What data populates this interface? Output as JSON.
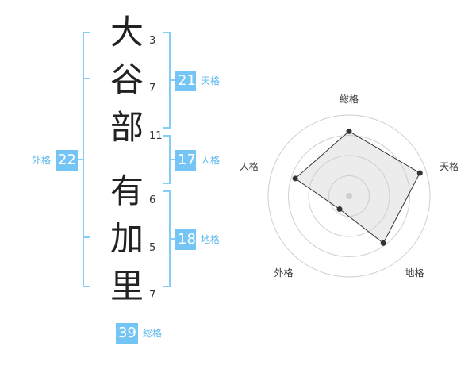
{
  "name_chars": [
    "大",
    "谷",
    "部",
    "有",
    "加",
    "里"
  ],
  "stroke_counts": [
    "3",
    "7",
    "11",
    "6",
    "5",
    "7"
  ],
  "scores": {
    "tenkaku": {
      "label": "天格",
      "value": "21"
    },
    "jinkaku": {
      "label": "人格",
      "value": "17"
    },
    "chikaku": {
      "label": "地格",
      "value": "18"
    },
    "gaikaku": {
      "label": "外格",
      "value": "22"
    },
    "soukaku": {
      "label": "総格",
      "value": "39"
    }
  },
  "colors": {
    "accent": "#74c5f5",
    "bracket": "#86cdf5",
    "label": "#55b7ec"
  },
  "chart_data": {
    "type": "radar",
    "axes": [
      "総格",
      "天格",
      "地格",
      "外格",
      "人格"
    ],
    "values": [
      0.8,
      0.92,
      0.72,
      0.2,
      0.7
    ],
    "range": [
      0,
      1
    ],
    "rings": 4
  }
}
